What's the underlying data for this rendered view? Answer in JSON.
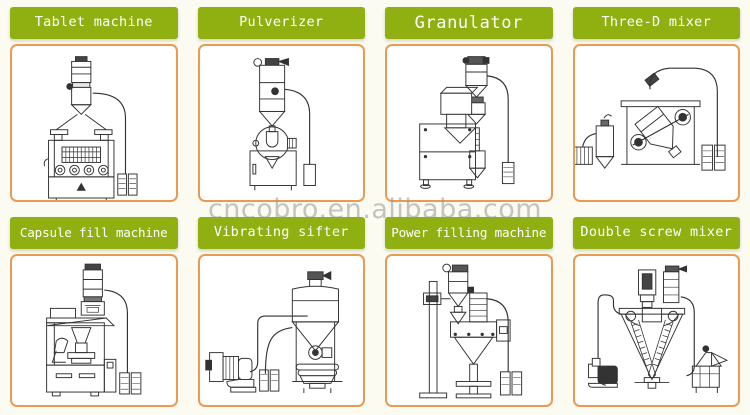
{
  "page": {
    "background_color": "#fcfbf2",
    "caption_color": "#8fb010",
    "frame_border_color": "#eb9a52",
    "watermark": "cncobro.en.alibaba.com"
  },
  "items": [
    {
      "label": "Tablet machine",
      "drawing": "tablet-press-machine-diagram",
      "size": "normal"
    },
    {
      "label": "Pulverizer",
      "drawing": "pulverizer-machine-diagram",
      "size": "normal"
    },
    {
      "label": "Granulator",
      "drawing": "granulator-machine-diagram",
      "size": "big"
    },
    {
      "label": "Three-D mixer",
      "drawing": "three-d-mixer-diagram",
      "size": "normal"
    },
    {
      "label": "Capsule fill machine",
      "drawing": "capsule-filling-machine-diagram",
      "size": "tight"
    },
    {
      "label": "Vibrating sifter",
      "drawing": "vibrating-sifter-diagram",
      "size": "normal"
    },
    {
      "label": "Power filling machine",
      "drawing": "powder-filling-machine-diagram",
      "size": "tight"
    },
    {
      "label": "Double screw mixer",
      "drawing": "double-screw-mixer-diagram",
      "size": "normal"
    }
  ]
}
